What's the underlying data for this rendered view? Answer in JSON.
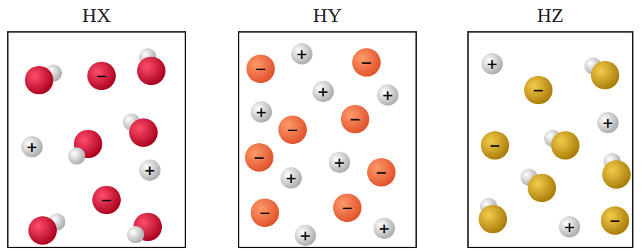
{
  "diagram": {
    "nodes": [
      {
        "text": [
          "HX"
        ]
      },
      {
        "text": [
          "HY"
        ]
      },
      {
        "text": [
          "HZ"
        ]
      }
    ],
    "labels": [
      "−",
      "−",
      "+",
      "+",
      "−",
      "−",
      "−",
      "−",
      "−",
      "−",
      "−",
      "−",
      "+",
      "+",
      "+",
      "+",
      "+",
      "+",
      "+",
      "+",
      "+",
      "+",
      "+",
      "−",
      "−",
      "−"
    ]
  }
}
